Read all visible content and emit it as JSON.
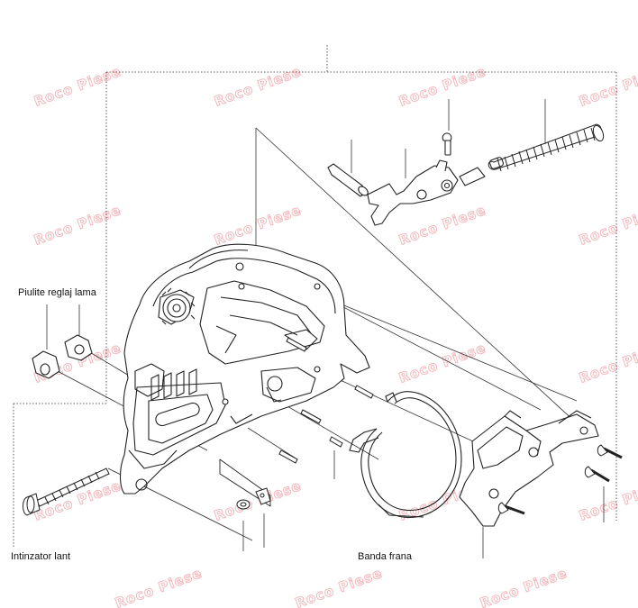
{
  "labels": {
    "adjuster_nuts": "Piulite reglaj lama",
    "chain_tensioner": "Intinzator lant",
    "brake_band": "Banda frana"
  },
  "watermark": {
    "text": "Roco Piese",
    "color": "#f2b3b8"
  },
  "colors": {
    "line": "#222222",
    "leader": "#333333"
  }
}
